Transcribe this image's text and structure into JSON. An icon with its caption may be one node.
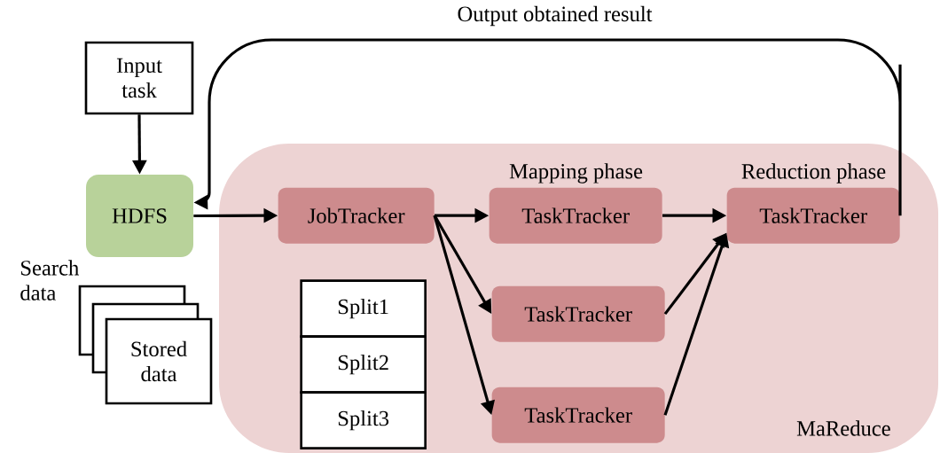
{
  "diagram": {
    "nodes": [
      {
        "text": [
          "Input task"
        ]
      },
      {
        "text": [
          "HDFS"
        ]
      },
      {
        "text": [
          "MaReduce"
        ]
      },
      {
        "text": [
          "JobTracker"
        ],
        "in": 2
      },
      {
        "text": [
          "Mapping phase",
          "TaskTracker"
        ],
        "in": 2
      },
      {
        "text": [
          "TaskTracker"
        ],
        "in": 2
      },
      {
        "text": [
          "TaskTracker"
        ],
        "in": 2
      },
      {
        "text": [
          "Reduction phase",
          "TaskTracker"
        ],
        "in": 2
      },
      {
        "text": [
          "Split1"
        ],
        "in": 2
      },
      {
        "text": [
          "Split2"
        ],
        "in": 2
      },
      {
        "text": [
          "Split3"
        ],
        "in": 2
      },
      {
        "text": [
          "Stored data"
        ],
        "beside": [
          "Search data"
        ]
      }
    ],
    "edges": [
      {
        "from": 0,
        "to": 1,
        "arrow": "to"
      },
      {
        "from": 1,
        "to": 3,
        "arrow": "to"
      },
      {
        "from": 3,
        "to": 4,
        "arrow": "to"
      },
      {
        "from": 3,
        "to": 5,
        "arrow": "to"
      },
      {
        "from": 3,
        "to": 6,
        "arrow": "to"
      },
      {
        "from": 4,
        "to": 7,
        "arrow": "to"
      },
      {
        "from": 5,
        "to": 7,
        "arrow": "to"
      },
      {
        "from": 6,
        "to": 7,
        "arrow": "to"
      },
      {
        "from": 7,
        "to": 1,
        "arrow": "to",
        "label": "Output obtained result"
      }
    ]
  }
}
